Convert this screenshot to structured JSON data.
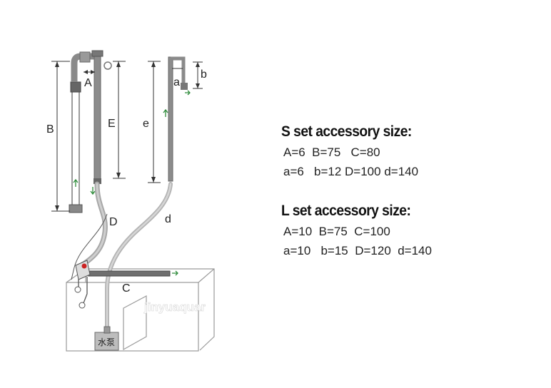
{
  "diagram": {
    "dimension_labels": {
      "A": "A",
      "B": "B",
      "E": "E",
      "e": "e",
      "a": "a",
      "b": "b",
      "C": "C",
      "D": "D",
      "d": "d"
    },
    "pump_label": "水泵",
    "watermark": "jinyuaquar"
  },
  "specs": {
    "s_set": {
      "title": "S set accessory size:",
      "line1": "A=6  B=75   C=80",
      "line2": "a=6   b=12 D=100 d=140"
    },
    "l_set": {
      "title": "L set accessory size:",
      "line1": "A=10  B=75  C=100",
      "line2": "a=10   b=15  D=120  d=140"
    }
  },
  "colors": {
    "pipe": "#8e8e8e",
    "pipe_dark": "#555555",
    "tube": "#b9b9b9",
    "tank_line": "#9a9a9a",
    "arrow_green": "#2e8b3a",
    "red_accent": "#cc2222"
  }
}
